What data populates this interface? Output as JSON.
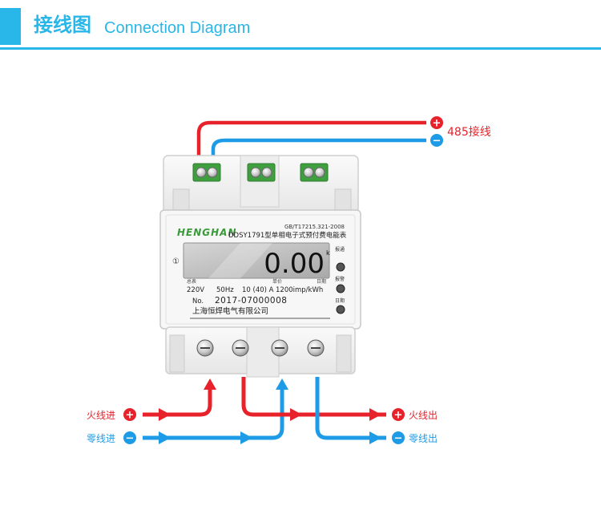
{
  "header": {
    "title_cn": "接线图",
    "title_en": "Connection Diagram"
  },
  "meter": {
    "brand": "HENGHAN",
    "standard": "GB/T17215.321-2008",
    "model": "DDSY1791型单相电子式预付费电能表",
    "display_value": "0.00",
    "display_unit": "k",
    "circle_mark": "①",
    "lcd_labels": [
      "总表",
      "单价",
      "日期"
    ],
    "right_labels": [
      "报通",
      "报警",
      "日期"
    ],
    "voltage": "220V",
    "frequency": "50Hz",
    "current": "10 (40) A",
    "constant": "1200imp/kWh",
    "serial_no_label": "No.",
    "serial_no": "2017-07000008",
    "manufacturer": "上海恒焊电气有限公司"
  },
  "labels": {
    "rs485": "485接线",
    "live_in": "火线进",
    "neutral_in": "零线进",
    "live_out": "火线出",
    "neutral_out": "零线出",
    "plus": "+",
    "minus": "−"
  },
  "colors": {
    "accent": "#29B6E8",
    "live": "#E8222A",
    "neutral": "#1E9BE6",
    "meter_body": "#F2F2F2",
    "lcd": "#BDBDBD"
  }
}
